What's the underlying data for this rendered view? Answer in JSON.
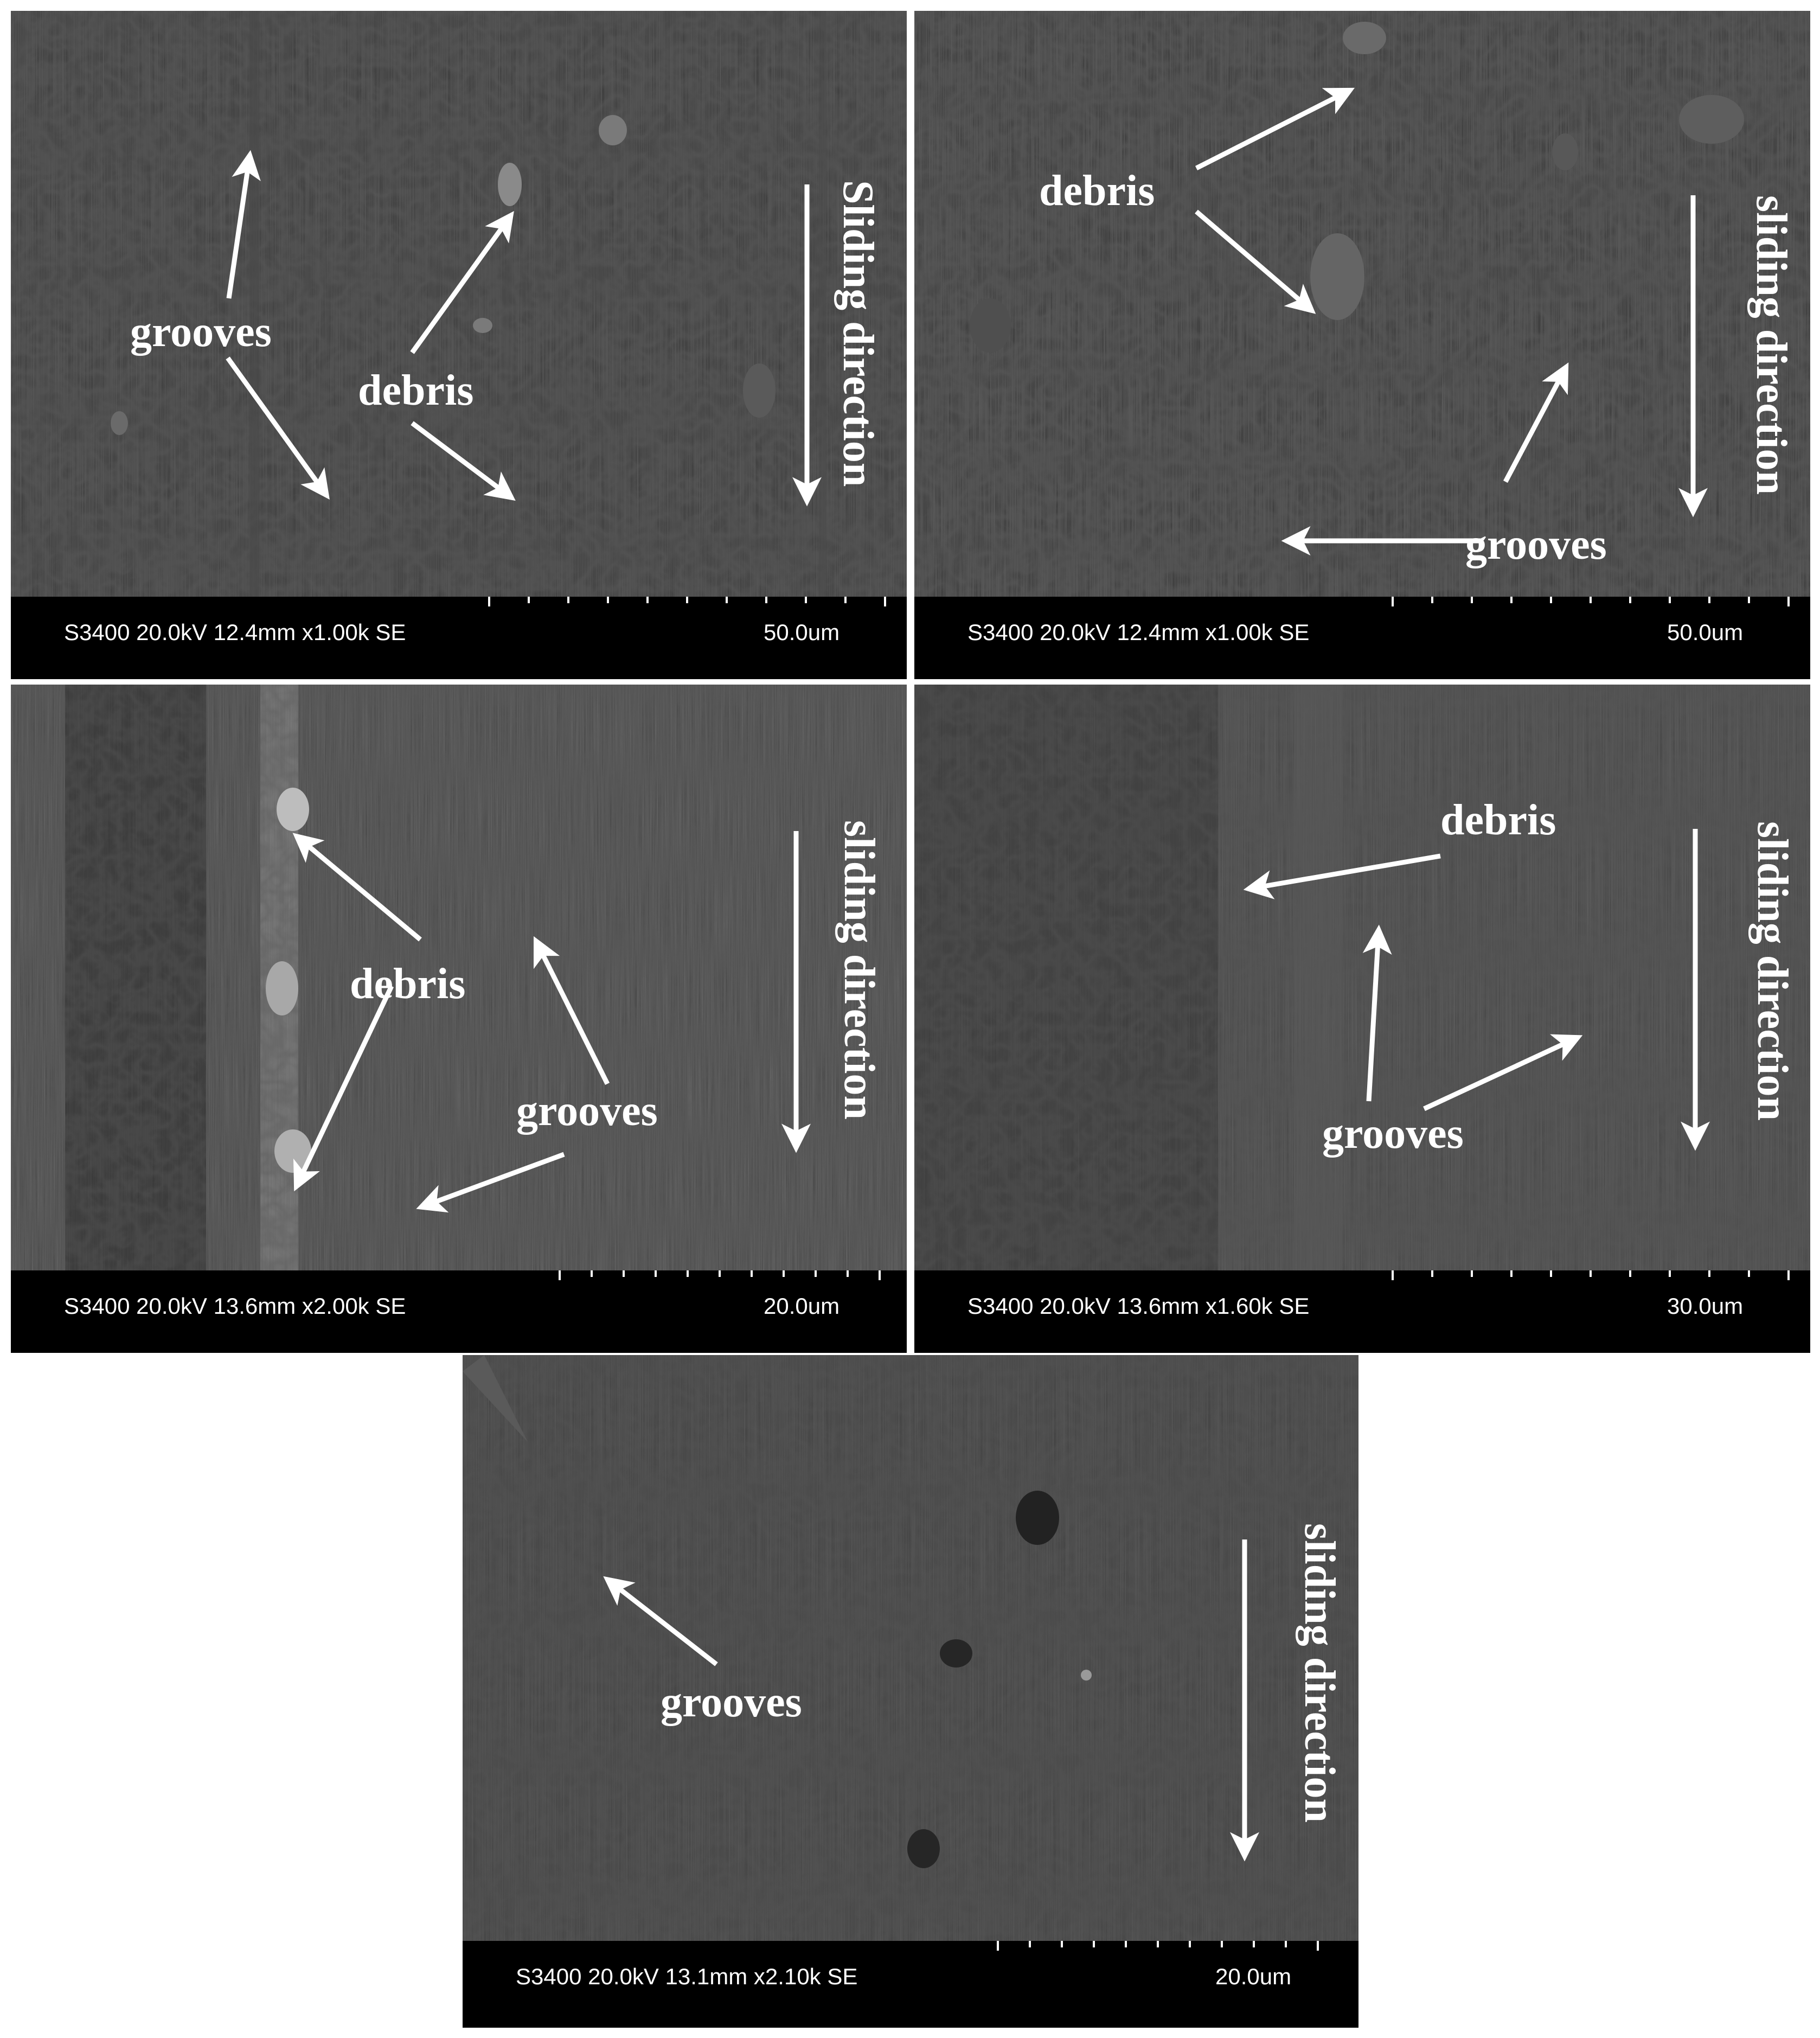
{
  "panels": [
    {
      "info": "S3400 20.0kV 12.4mm x1.00k SE",
      "scale": "50.0um",
      "labels": {
        "grooves": "grooves",
        "debris": "debris",
        "direction": "Sliding direction"
      }
    },
    {
      "info": "S3400 20.0kV 12.4mm x1.00k SE",
      "scale": "50.0um",
      "labels": {
        "grooves": "grooves",
        "debris": "debris",
        "direction": "sliding direction"
      }
    },
    {
      "info": "S3400 20.0kV 13.6mm x2.00k SE",
      "scale": "20.0um",
      "labels": {
        "grooves": "grooves",
        "debris": "debris",
        "direction": "sliding direction"
      }
    },
    {
      "info": "S3400 20.0kV 13.6mm x1.60k SE",
      "scale": "30.0um",
      "labels": {
        "grooves": "grooves",
        "debris": "debris",
        "direction": "sliding direction"
      }
    },
    {
      "info": "S3400 20.0kV 13.1mm x2.10k SE",
      "scale": "20.0um",
      "labels": {
        "grooves": "grooves",
        "direction": "sliding direction"
      }
    }
  ],
  "colors": {
    "background": "#ffffff",
    "databar": "#000000",
    "annotation": "#ffffff",
    "surface": "#3a3a3a"
  }
}
